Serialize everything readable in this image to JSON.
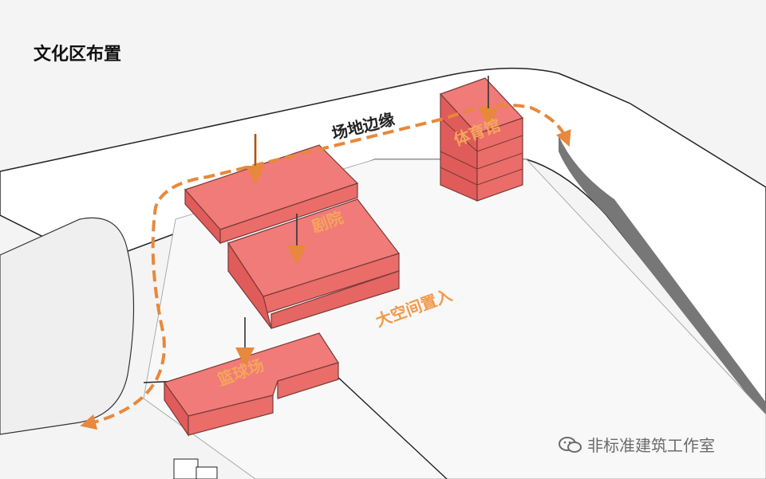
{
  "title": "文化区布置",
  "labels": {
    "edge": "场地边缘",
    "gym": "体育馆",
    "theater": "剧院",
    "open_space": "大空间置入",
    "court": "篮球场"
  },
  "watermark": {
    "text": "非标准建筑工作室",
    "icon": "wechat-icon"
  },
  "colors": {
    "block": "#f07b78",
    "block_edge": "#7a3a38",
    "accent": "#e8883c",
    "ground": "#f6f6f6"
  }
}
